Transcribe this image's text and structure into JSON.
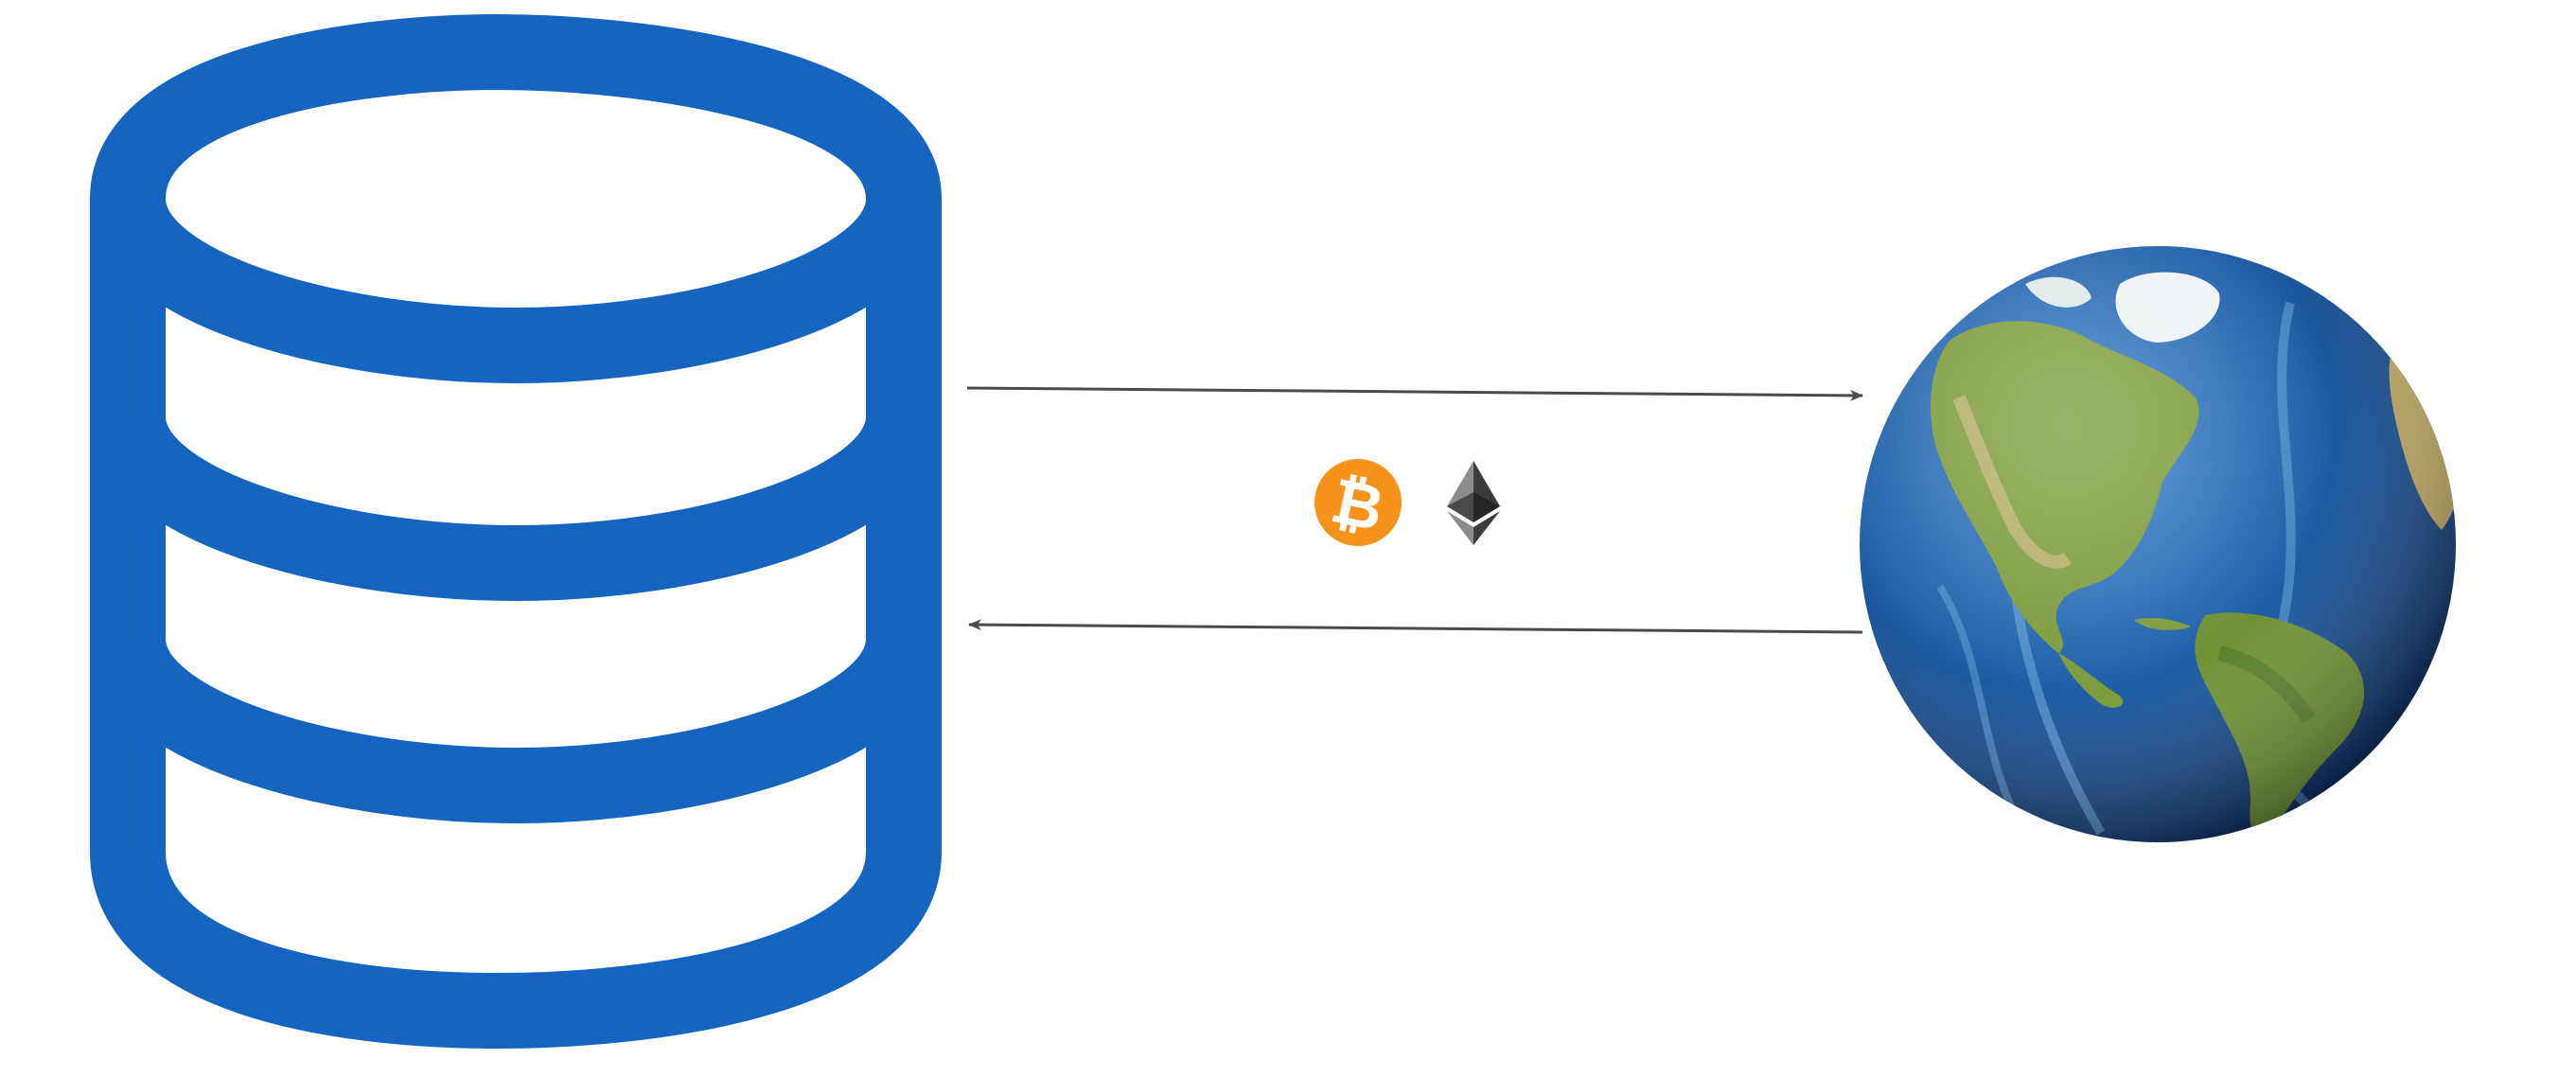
{
  "diagram": {
    "nodes": [
      {
        "id": "database",
        "icon": "database-icon",
        "color": "#1565C0"
      },
      {
        "id": "globe",
        "icon": "globe-icon"
      }
    ],
    "edges": [
      {
        "from": "database",
        "to": "globe",
        "direction": "right"
      },
      {
        "from": "globe",
        "to": "database",
        "direction": "left"
      }
    ],
    "icons": [
      {
        "name": "bitcoin-icon",
        "color": "#F7931A",
        "glyph": "₿"
      },
      {
        "name": "ethereum-icon",
        "color": "#3C3C3D"
      }
    ],
    "colors": {
      "arrow": "#4a4a4a",
      "ocean": "#1f5fa8",
      "land": "#7c9b3b"
    }
  }
}
